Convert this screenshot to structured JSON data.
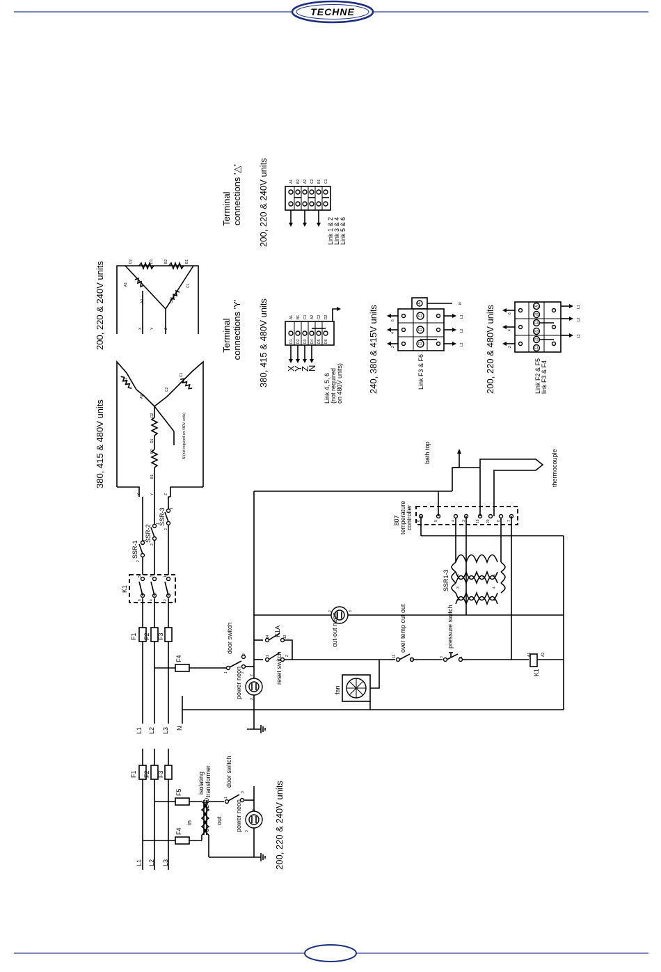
{
  "header": {
    "logo_text": "TECHNE",
    "rule_color": "#2a3d8f",
    "logo_color": "#1c2f7f"
  },
  "headings": {
    "star_units": "380, 415 & 480V units",
    "delta_units": "200, 220 & 240V units",
    "terminal_y_title_1": "Terminal",
    "terminal_y_title_2": "connections 'Y'",
    "terminal_y_units": "380, 415 & 480V units",
    "terminal_d_title_1": "Terminal",
    "terminal_d_title_2": "connections '△'",
    "terminal_d_units": "200, 220 & 240V units",
    "fuse_240_units": "240, 380 & 415V units",
    "fuse_200_units": "200, 220 & 480V units",
    "bottom_units": "200, 220 & 240V units"
  },
  "star": {
    "coil_labels": [
      "A1",
      "A2",
      "C2",
      "C1",
      "D2",
      "D1",
      "B2",
      "B1"
    ],
    "terminals": [
      "X",
      "Y",
      "Z"
    ],
    "neutral_note": "N (not required on 480V units)"
  },
  "delta": {
    "coil_labels": [
      "D2",
      "D1",
      "B2",
      "B1",
      "A1",
      "A2",
      "C2",
      "C1"
    ],
    "terminals": [
      "X",
      "Y",
      "Z"
    ]
  },
  "terminal_y": {
    "top_labels": [
      "A1",
      "B1",
      "C1",
      "A2",
      "C2",
      "D2"
    ],
    "bottom_labels": [
      "D1",
      "D2",
      "D3",
      "D4",
      "D5",
      "D6"
    ],
    "pins": [
      "X",
      "Y",
      "Z",
      "N"
    ],
    "note_1": "Link 4, 5, 6",
    "note_2": "(not required",
    "note_3": "on 480V units)"
  },
  "terminal_d": {
    "top_labels": [
      "A1",
      "B2",
      "A2",
      "C2",
      "B1",
      "C1"
    ],
    "note_1": "Link 1 & 2",
    "note_2": "Link 3 & 4",
    "note_3": "Link 5 & 6"
  },
  "fuses_240": {
    "fuse_labels": [
      "F1",
      "F2",
      "F3",
      "F4",
      "F5",
      "F6"
    ],
    "neutral": "N",
    "lines": [
      "L1",
      "L2",
      "L3"
    ],
    "pins": [
      "6",
      "4",
      "2"
    ],
    "note": "Link F3 & F6"
  },
  "fuses_200": {
    "fuse_labels": [
      "F1",
      "F2",
      "F3",
      "F4",
      "F5",
      "F6"
    ],
    "lines": [
      "L1",
      "L2",
      "L3"
    ],
    "pins": [
      "6",
      "4",
      "2"
    ],
    "note_1": "Link F2 & F5",
    "note_2": "link F3 & F4"
  },
  "main": {
    "lines": [
      "L1",
      "L2",
      "L3",
      "N"
    ],
    "fuses": [
      "F1",
      "F2",
      "F3",
      "F4"
    ],
    "contactor": "K1",
    "contactor_pins": [
      "6",
      "5",
      "4",
      "3",
      "2",
      "1"
    ],
    "ssr": [
      "SSR-1",
      "SSR-2",
      "SSR-3"
    ],
    "ssr_pins": [
      "1",
      "2"
    ],
    "load_terminals": [
      "X",
      "Y",
      "Z"
    ],
    "door_switch": "door switch",
    "door_pins": [
      "1",
      "2",
      "3"
    ],
    "power_neon": "power neon",
    "neon_pins": [
      "1",
      "2",
      "3"
    ],
    "k1a": "K1A",
    "k1a_pins": [
      "14",
      "13"
    ],
    "reset_switch": "reset switch",
    "reset_pins": [
      "1",
      "2"
    ],
    "fan": "fan",
    "cutout_neon": "cut-out neon",
    "cutout_pins": [
      "2",
      "3"
    ],
    "over_temp": "over temp cut out",
    "over_temp_pins": [
      "11",
      "12"
    ],
    "pressure_switch": "pressure switch",
    "pressure_pins": [
      "3",
      "1"
    ],
    "k1_coil": "K1",
    "k1_coil_pins": [
      "A1",
      "A2"
    ],
    "ssr_block": "SSR1-3",
    "ssr_block_pins": [
      "3",
      "4",
      "3",
      "4",
      "3",
      "4"
    ],
    "controller_1": "807",
    "controller_2": "temperature",
    "controller_3": "controller",
    "controller_pins": [
      "6",
      "5",
      "4",
      "3",
      "19",
      "20",
      "8",
      "7"
    ],
    "bath_top": "bath top",
    "thermocouple": "thermocouple"
  },
  "bottom": {
    "lines": [
      "L1",
      "L2",
      "L3"
    ],
    "fuses": [
      "F1",
      "F2",
      "F3",
      "F4",
      "F5"
    ],
    "transformer_1": "isolating",
    "transformer_2": "transformer",
    "in": "in",
    "out": "out",
    "tap_240": "240",
    "tap_0": "0",
    "door_switch": "door switch",
    "door_pins": [
      "1",
      "3"
    ],
    "power_neon": "power neon",
    "neon_pins": [
      "3",
      "2"
    ]
  }
}
